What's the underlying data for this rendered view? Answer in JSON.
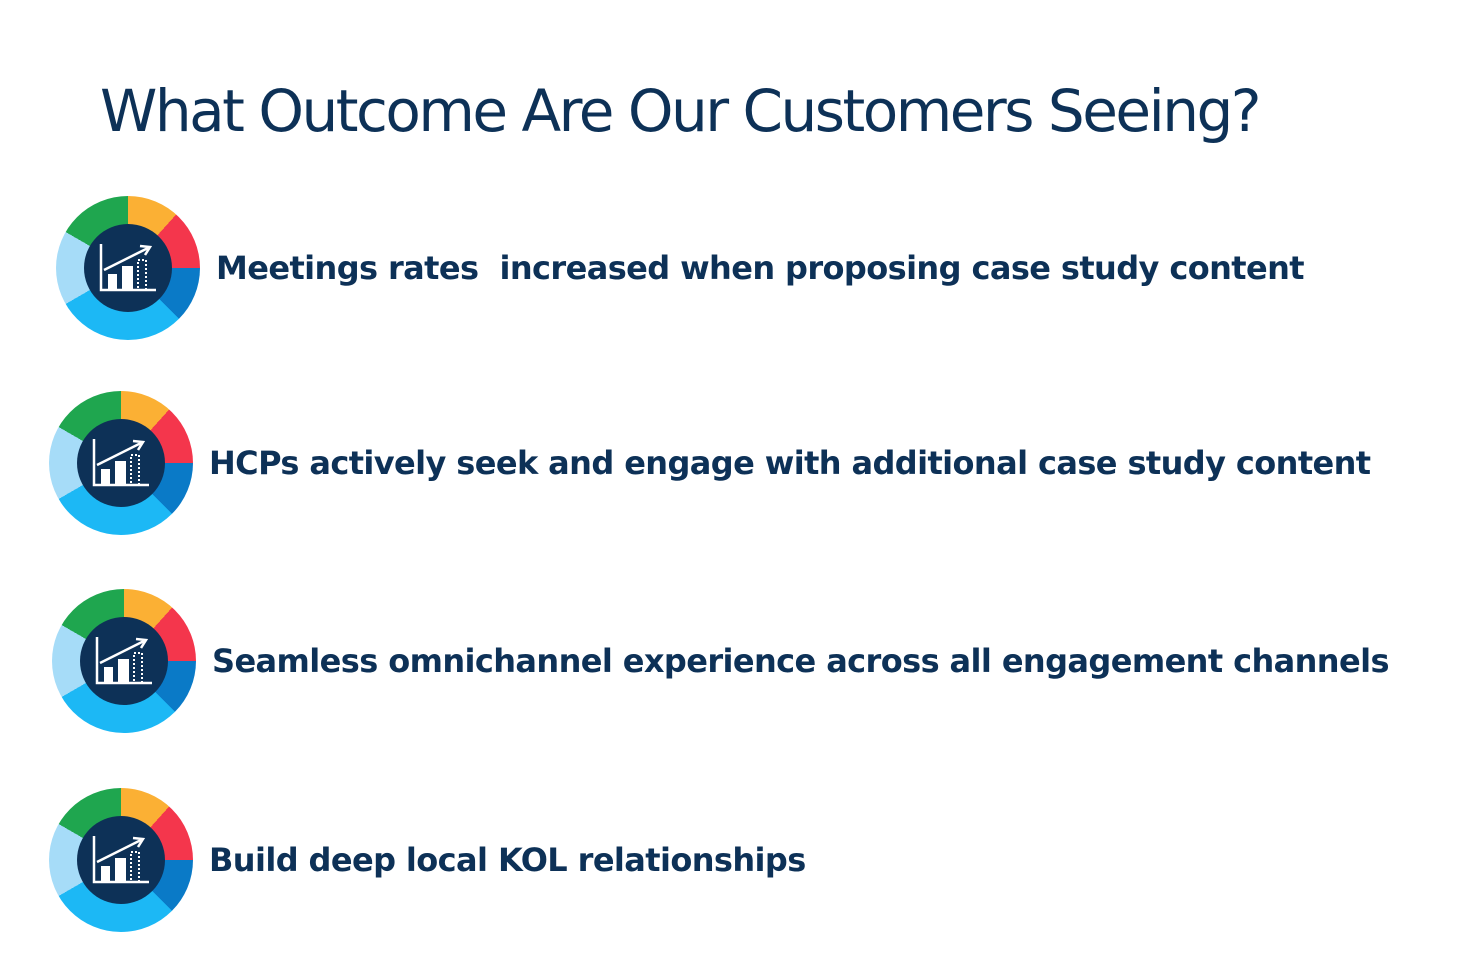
{
  "title": "What Outcome Are Our Customers Seeing?",
  "items": [
    {
      "label": "Meetings rates  increased when proposing case study content",
      "icon": "growth-chart-icon"
    },
    {
      "label": "HCPs actively seek and engage with additional case study content",
      "icon": "growth-chart-icon"
    },
    {
      "label": "Seamless omnichannel experience across all engagement channels",
      "icon": "growth-chart-icon"
    },
    {
      "label": "Build deep local KOL relationships",
      "icon": "growth-chart-icon"
    }
  ],
  "colors": {
    "text": "#0d3157",
    "ring": [
      "#1fa64f",
      "#fbb034",
      "#f4364c",
      "#0a7ac7",
      "#1cb8f5",
      "#a6dcf8"
    ]
  }
}
